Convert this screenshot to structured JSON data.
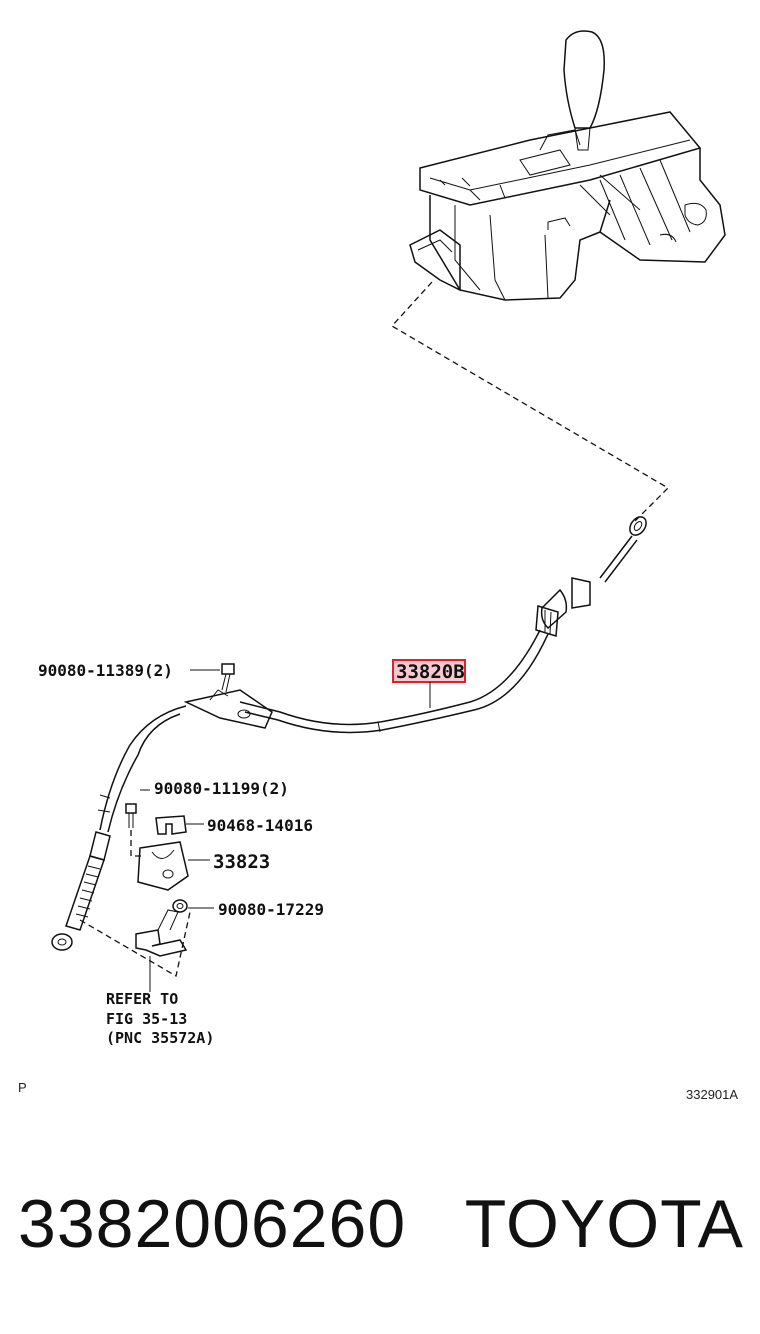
{
  "diagram": {
    "labels": {
      "bolt_top": "90080-11389(2)",
      "cable": "33820B",
      "bolt_small": "90080-11199(2)",
      "clip": "90468-14016",
      "bracket": "33823",
      "nut": "90080-17229",
      "ref_line1": "REFER TO",
      "ref_line2": "FIG 35-13",
      "ref_line3": "(PNC 35572A)"
    },
    "corner_left": "P",
    "corner_right": "332901A",
    "highlight_color": "#e0202a"
  },
  "footer": {
    "part_number": "3382006260",
    "brand": "TOYOTA"
  }
}
